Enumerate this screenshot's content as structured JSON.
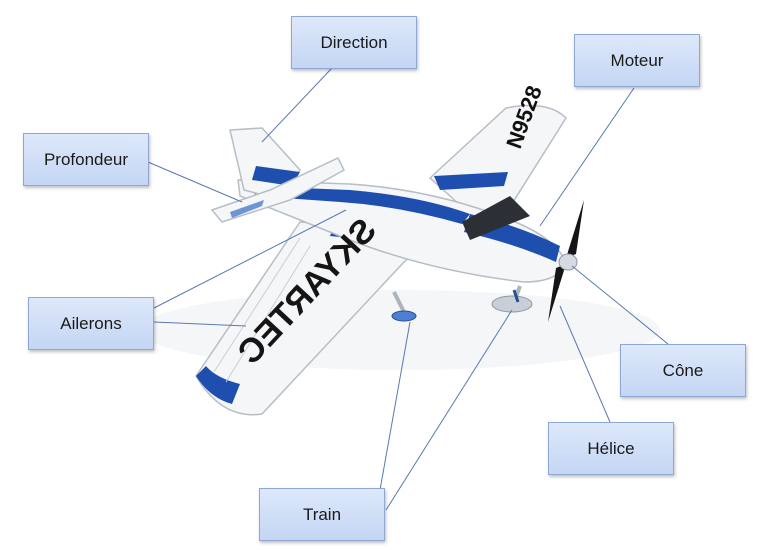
{
  "diagram": {
    "labels": {
      "direction": "Direction",
      "moteur": "Moteur",
      "profondeur": "Profondeur",
      "ailerons": "Ailerons",
      "cone": "Cône",
      "helice": "Hélice",
      "train": "Train"
    },
    "plane": {
      "wing_text": "SKYARTEC",
      "registration": "N9528"
    },
    "colors": {
      "label_fill": "#cfdef7",
      "label_border": "#8ea7d3",
      "leader_line": "#5a79b0",
      "plane_blue": "#1e4fae",
      "plane_white": "#f4f6f8"
    }
  }
}
